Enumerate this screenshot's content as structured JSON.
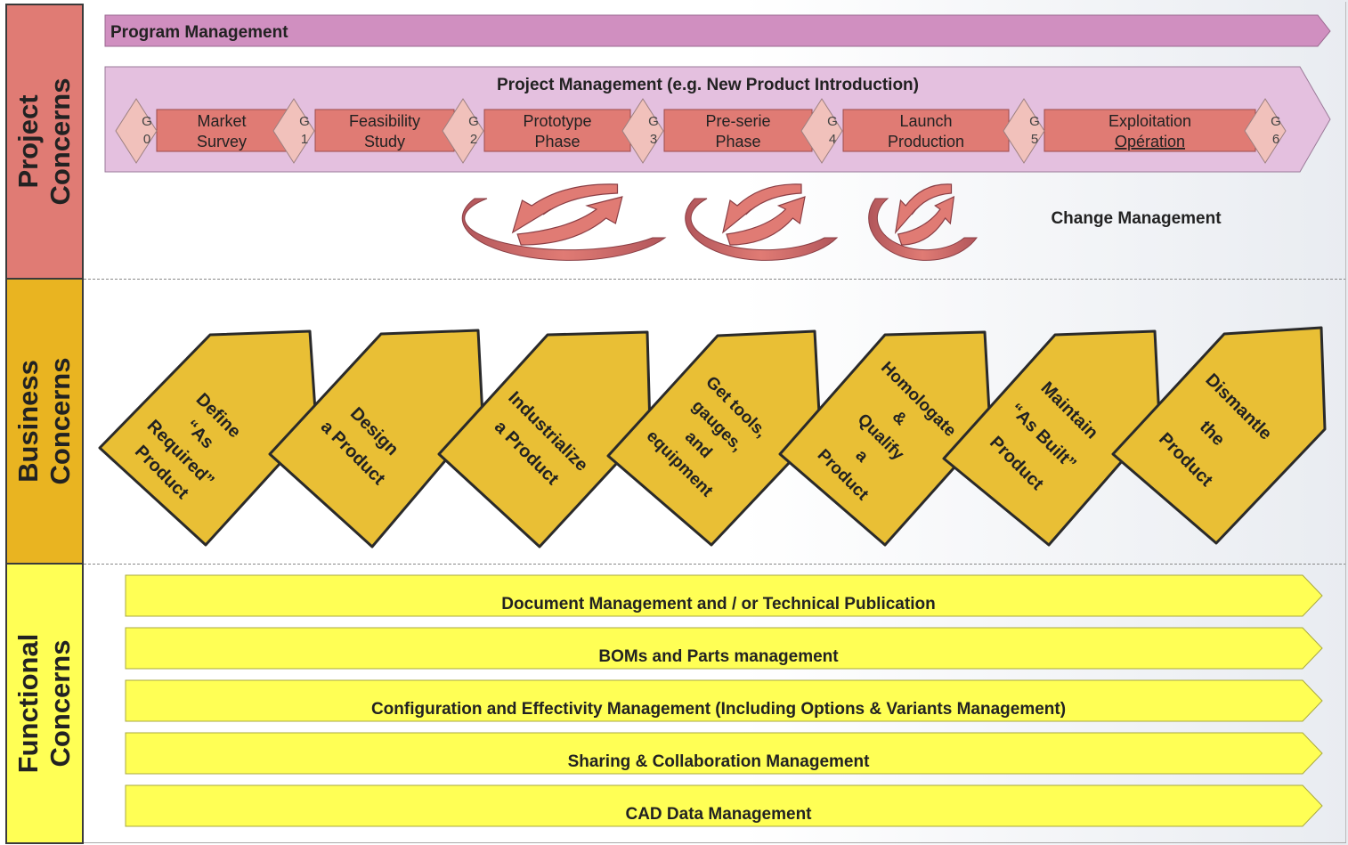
{
  "bands": [
    {
      "line1": "Project",
      "line2": "Concerns",
      "color": "#e07b74"
    },
    {
      "line1": "Business",
      "line2": "Concerns",
      "color": "#e9b421"
    },
    {
      "line1": "Functional",
      "line2": "Concerns",
      "color": "#ffff55"
    }
  ],
  "program": {
    "label": "Program Management",
    "color": "#d08fc0"
  },
  "project": {
    "title": "Project Management (e.g. New Product Introduction)",
    "color": "#e4c0df",
    "gates": [
      {
        "l1": "G",
        "l2": "0"
      },
      {
        "l1": "G",
        "l2": "1"
      },
      {
        "l1": "G",
        "l2": "2"
      },
      {
        "l1": "G",
        "l2": "3"
      },
      {
        "l1": "G",
        "l2": "4"
      },
      {
        "l1": "G",
        "l2": "5"
      },
      {
        "l1": "G",
        "l2": "6"
      }
    ],
    "phases": [
      {
        "l1": "Market",
        "l2": "Survey"
      },
      {
        "l1": "Feasibility",
        "l2": "Study"
      },
      {
        "l1": "Prototype",
        "l2": "Phase"
      },
      {
        "l1": "Pre-serie",
        "l2": "Phase"
      },
      {
        "l1": "Launch",
        "l2": "Production"
      },
      {
        "l1": "Exploitation",
        "l2": "Opération"
      }
    ]
  },
  "change_management": {
    "label": "Change Management",
    "icon": "cycle-arrows-icon",
    "count": 3
  },
  "business_steps": [
    {
      "lines": [
        "Define",
        "“As",
        "Required”",
        "Product"
      ]
    },
    {
      "lines": [
        "Design",
        "a Product"
      ]
    },
    {
      "lines": [
        "Industrialize",
        "a Product"
      ]
    },
    {
      "lines": [
        "Get tools,",
        "gauges,",
        "and",
        "equipment"
      ]
    },
    {
      "lines": [
        "Homologate",
        "&",
        "Qualify",
        "a",
        "Product"
      ]
    },
    {
      "lines": [
        "Maintain",
        "“As Built”",
        "Product"
      ]
    },
    {
      "lines": [
        "Dismantle",
        "the",
        "Product"
      ]
    }
  ],
  "functional": [
    {
      "label": "Document Management and / or Technical Publication"
    },
    {
      "label": "BOMs and Parts management"
    },
    {
      "label": "Configuration and Effectivity Management (Including Options & Variants Management)"
    },
    {
      "label": "Sharing & Collaboration Management"
    },
    {
      "label": "CAD Data Management"
    }
  ]
}
